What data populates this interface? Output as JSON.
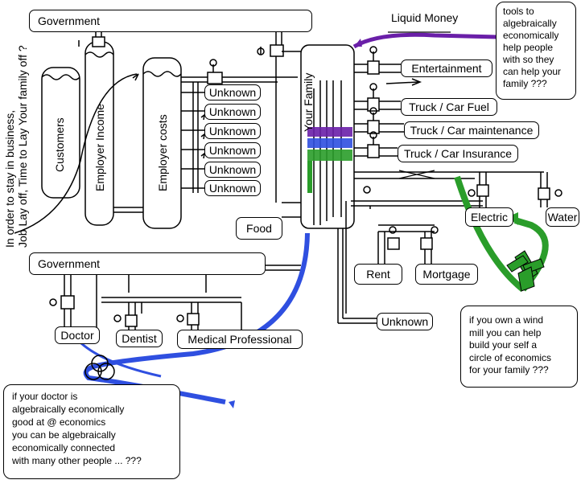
{
  "labels": {
    "government_top": "Government",
    "government_mid": "Government",
    "customers": "Customers",
    "employer_income": "Employer Income",
    "employer_costs": "Employer costs",
    "your_family": "Your Family",
    "liquid_money": "Liquid Money",
    "food": "Food",
    "entertainment": "Entertainment",
    "truck_fuel": "Truck / Car Fuel",
    "truck_maintenance": "Truck / Car maintenance",
    "truck_insurance": "Truck / Car Insurance",
    "electric": "Electric",
    "water": "Water",
    "rent": "Rent",
    "mortgage": "Mortgage",
    "unknown": [
      "Unknown",
      "Unknown",
      "Unknown",
      "Unknown",
      "Unknown",
      "Unknown"
    ],
    "unknown_bottom": "Unknown",
    "doctor": "Doctor",
    "dentist": "Dentist",
    "medical_professional": "Medical Professional",
    "side_question": "In order to stay in business,\nJob Lay off, Time to Lay Your family off ?"
  },
  "notes": {
    "tools": "tools to\nalgebraically\neconomically\nhelp people\nwith so they\ncan help your\nfamily ???",
    "windmill": "if you own a wind\nmill you can help\nbuild your self a\ncircle of economics\nfor your family ???",
    "doctor": "if your doctor is\nalgebraically economically\ngood at @ economics\nyou can be algebraically\neconomically connected\nwith many other people ... ???"
  },
  "colors": {
    "purple_flow": "#6a1fa8",
    "blue_flow": "#2f4fe0",
    "green_flow": "#2a9d2a",
    "outline": "#000000"
  }
}
